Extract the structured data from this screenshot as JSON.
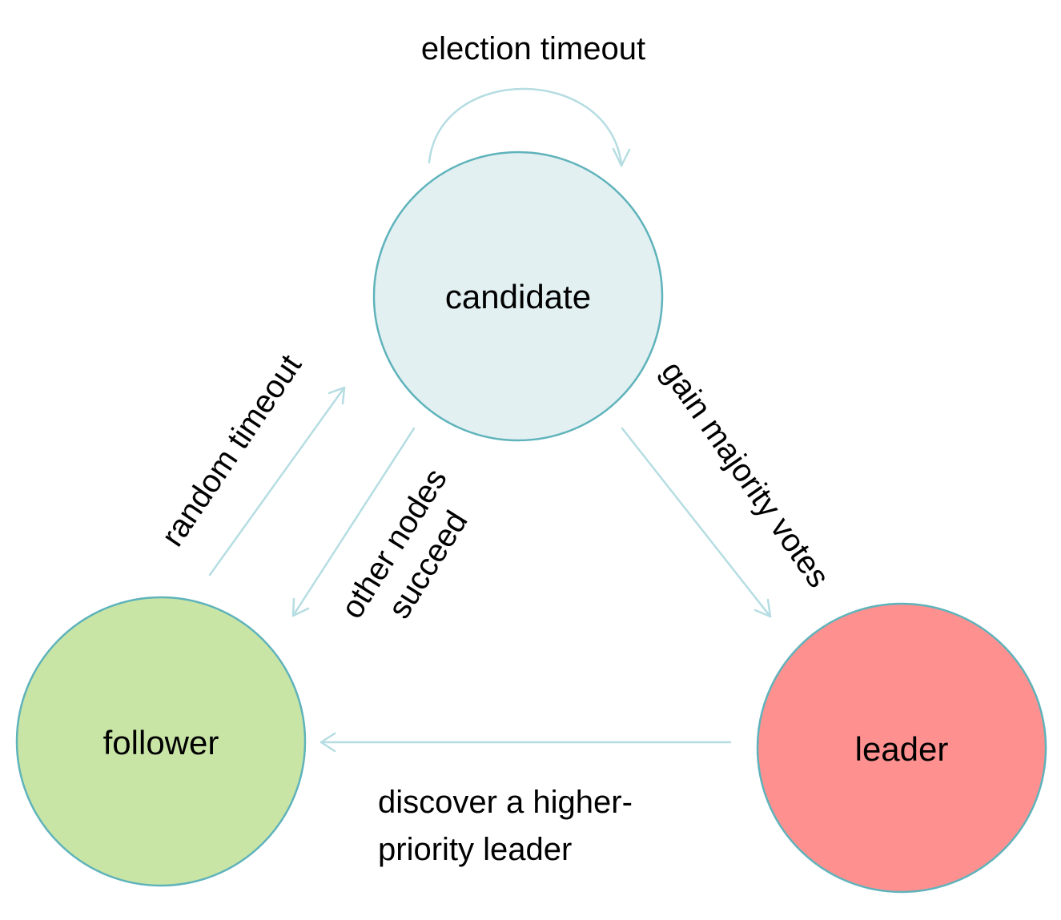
{
  "colors": {
    "arrow": "#b5dde2",
    "node_stroke": "#5fb3bb",
    "candidate_fill": "#e2f0f2",
    "follower_fill": "#c9e5a6",
    "leader_fill": "#fe918f"
  },
  "nodes": {
    "candidate": {
      "label": "candidate"
    },
    "follower": {
      "label": "follower"
    },
    "leader": {
      "label": "leader"
    }
  },
  "edges": {
    "election_timeout": {
      "label": "election timeout"
    },
    "random_timeout": {
      "label": "random timeout"
    },
    "other_nodes_succeed": {
      "line1": "other nodes",
      "line2": "succeed"
    },
    "gain_majority_votes": {
      "label": "gain majority votes"
    },
    "discover_leader": {
      "line1": "discover a higher-",
      "line2": "priority leader"
    }
  }
}
